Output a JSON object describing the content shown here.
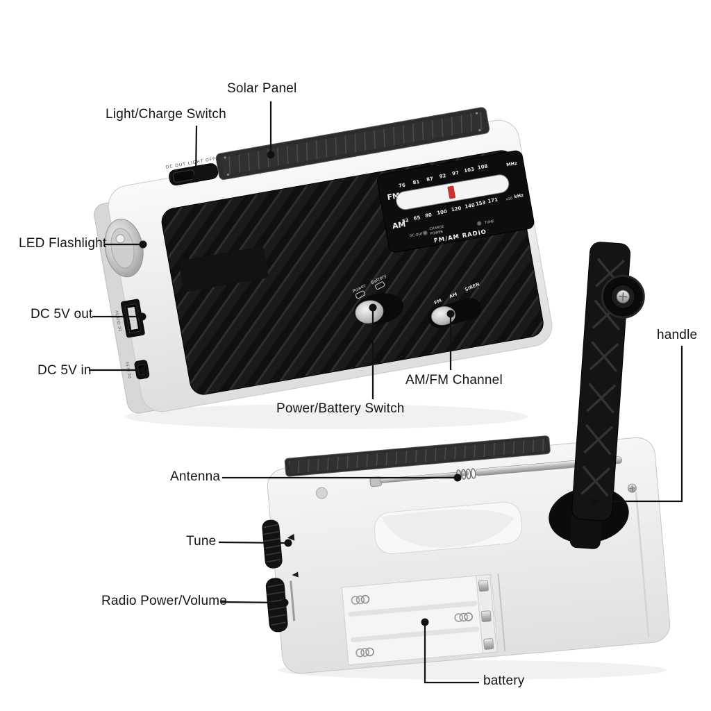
{
  "callouts": {
    "solar_panel": "Solar Panel",
    "light_charge_switch": "Light/Charge Switch",
    "led_flashlight": "LED Flashlight",
    "dc_5v_out": "DC 5V out",
    "dc_5v_in": "DC 5V in",
    "antenna": "Antenna",
    "tune": "Tune",
    "radio_power_volume": "Radio Power/Volume",
    "power_battery_switch": "Power/Battery Switch",
    "am_fm_channel": "AM/FM Channel",
    "handle": "handle",
    "battery": "battery"
  },
  "front_device": {
    "top_switch_label": "DC OUT LIGHT OFF",
    "side_ports": {
      "usb_label": "DC OUT 5V",
      "mini_label": "DC IN 5V"
    },
    "dial": {
      "fm_band": "FM",
      "am_band": "AM",
      "mhz_unit": "MHz",
      "khz_unit": "kHz",
      "x10": "x10",
      "fm_scale": [
        "76",
        "81",
        "87",
        "92",
        "97",
        "103",
        "108"
      ],
      "am_scale": [
        "52",
        "65",
        "80",
        "100",
        "120",
        "140",
        "153",
        "171"
      ],
      "indicator_dc_out": "DC OUT",
      "indicator_charge": "CHARGE",
      "indicator_power": "POWER",
      "indicator_tune": "TUNE",
      "model_name": "FM/AM RADIO"
    },
    "power_switch": {
      "power_label": "Power",
      "battery_label": "Battery"
    },
    "channel_switch": {
      "fm": "FM",
      "am": "AM",
      "siren": "SIREN"
    }
  },
  "colors": {
    "body_white": "#f0f0f0",
    "grille_black": "#181818",
    "dial_black": "#0d0d0d",
    "tuning_indicator_red": "#c53434",
    "callout_ink": "#111111"
  }
}
